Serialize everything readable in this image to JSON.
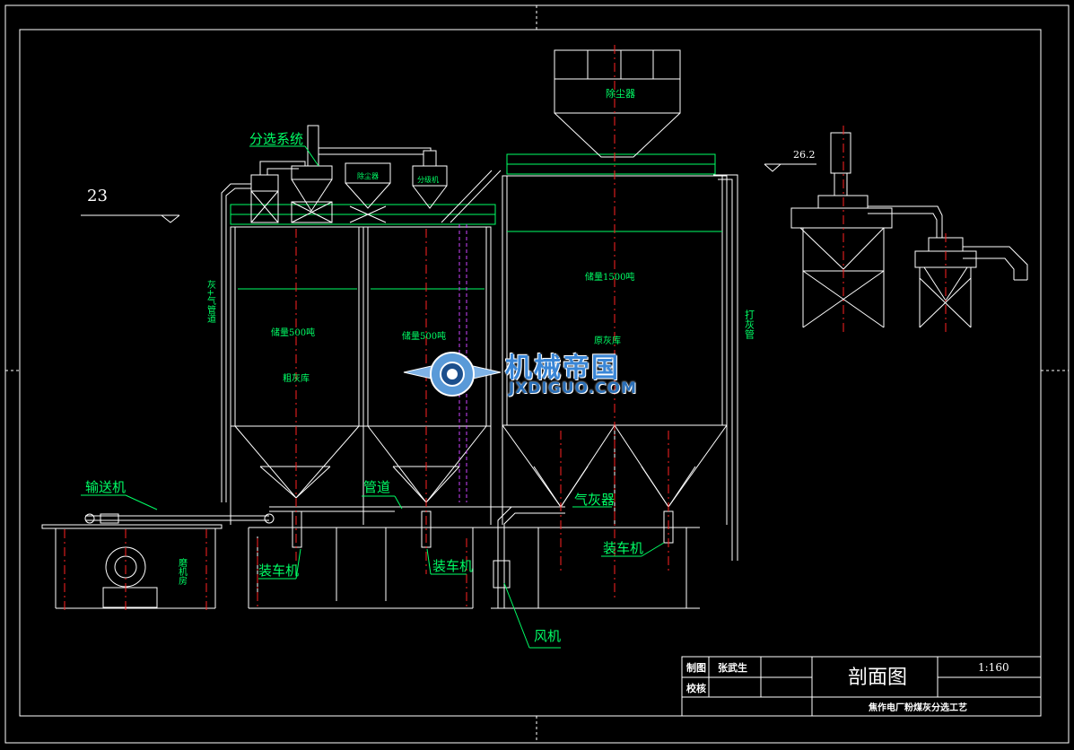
{
  "drawing": {
    "elevation_left": "23",
    "elevation_right": "26.2",
    "labels": {
      "separation_system": "分选系统",
      "conveyor": "输送机",
      "pipeline": "管道",
      "gasifier": "气灰器",
      "loader_1": "装车机",
      "loader_2": "装车机",
      "loader_3": "装车机",
      "fan": "风机",
      "dust_collector": "除尘器",
      "mill_room": "磨机房",
      "ash_air_pipe": "灰+气管道",
      "pump_pipe": "打灰管",
      "coarse_silo_store_1": "储量500吨",
      "coarse_silo_store_2": "储量500吨",
      "coarse_ash_silo": "粗灰库",
      "raw_silo_store": "储量1500吨",
      "raw_ash_silo": "原灰库",
      "small_dust": "除尘器",
      "small_sep": "分级机"
    }
  },
  "title_block": {
    "drawn_label": "制图",
    "drawn_name": "张武生",
    "check_label": "校核",
    "title": "剖面图",
    "scale": "1:160",
    "subtitle": "焦作电厂粉煤灰分选工艺"
  },
  "watermark": {
    "brand": "机械帝国",
    "url": "JXDIGUO.COM"
  }
}
